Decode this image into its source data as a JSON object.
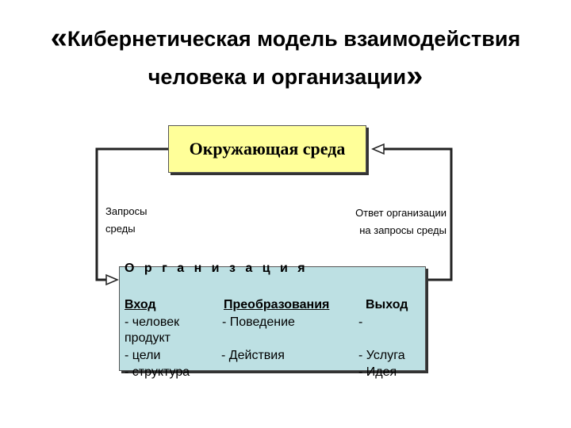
{
  "title": {
    "line1_quote": "«",
    "line1": "Кибернетическая модель взаимодействия",
    "line2": "человека и организации",
    "line2_quote": "»"
  },
  "environment": {
    "label": "Окружающая среда"
  },
  "left_arrow_label": {
    "line1": "Запросы",
    "line2": "среды"
  },
  "right_arrow_label": {
    "line1": "Ответ организации",
    "line2": "на запросы среды"
  },
  "organization": {
    "title": "О р г а н и з а ц и я",
    "headers": {
      "input": "Вход ",
      "transform": "Преобразования",
      "output": "Выход"
    },
    "input_items": [
      "- человек",
      "- цели",
      "- структура"
    ],
    "transform_items": [
      "- Поведение",
      "- Действия"
    ],
    "output_items": [
      "-",
      "- Услуга",
      "- Идея"
    ],
    "wrapped_output": "продукт"
  }
}
